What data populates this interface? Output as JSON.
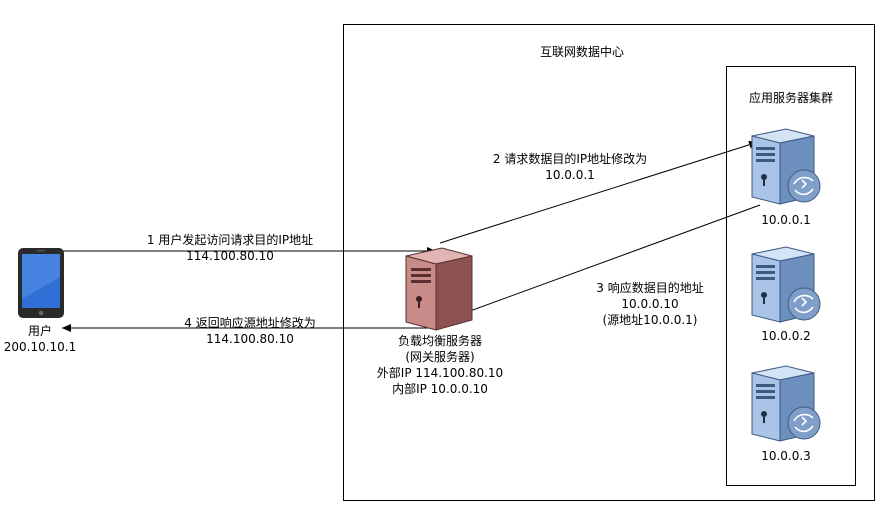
{
  "datacenter": {
    "title": "互联网数据中心"
  },
  "cluster": {
    "title": "应用服务器集群"
  },
  "user": {
    "label": "用户",
    "ip": "200.10.10.1"
  },
  "load_balancer": {
    "lines": [
      "负载均衡服务器",
      "(网关服务器)",
      "外部IP 114.100.80.10",
      "内部IP 10.0.0.10"
    ]
  },
  "servers": [
    {
      "ip": "10.0.0.1"
    },
    {
      "ip": "10.0.0.2"
    },
    {
      "ip": "10.0.0.3"
    }
  ],
  "flows": [
    {
      "title": "1 用户发起访问请求目的IP地址",
      "detail": "114.100.80.10"
    },
    {
      "title": "2 请求数据目的IP地址修改为",
      "detail": "10.0.0.1"
    },
    {
      "title": "3 响应数据目的地址",
      "detail": "10.0.0.10",
      "note": "(源地址10.0.0.1)"
    },
    {
      "title": "4 返回响应源地址修改为",
      "detail": "114.100.80.10"
    }
  ],
  "colors": {
    "lb_body": "#c98a8a",
    "lb_dark": "#8e5151",
    "server_body": "#a9c4e6",
    "server_dark": "#6d8fbd",
    "tablet_screen": "#2f6fd6",
    "tablet_body": "#2a2a2a"
  }
}
